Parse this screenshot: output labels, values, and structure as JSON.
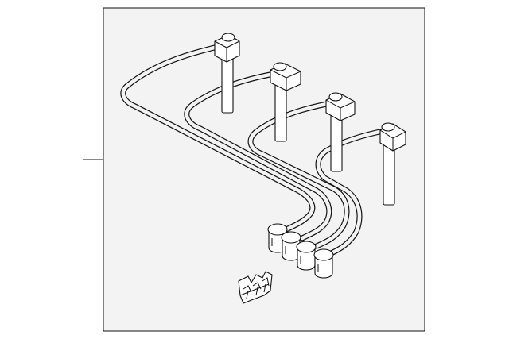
{
  "diagram": {
    "colors": {
      "line": "#111111",
      "panel": "#f3f3f3",
      "page": "#ffffff"
    },
    "parts": [
      {
        "id": "spark-plug-wire-set",
        "shape": "ignition-wire-harness"
      },
      {
        "id": "wire-separator-clip",
        "shape": "clip"
      }
    ]
  }
}
